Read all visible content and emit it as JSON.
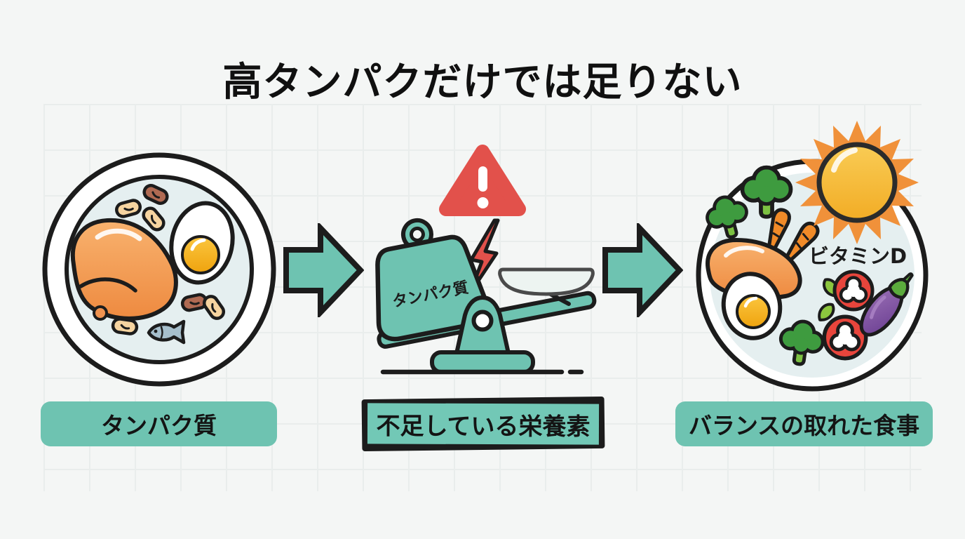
{
  "title": "高タンパクだけでは足りない",
  "panels": {
    "left": {
      "caption": "タンパク質",
      "items": [
        "plate",
        "chicken-breast",
        "fried-egg",
        "beans",
        "fish"
      ]
    },
    "middle": {
      "caption": "不足している栄養素",
      "weight_label": "タンパク質",
      "items": [
        "warning-triangle",
        "lightning-bolt",
        "protein-weight",
        "balance-scale",
        "empty-pan"
      ]
    },
    "right": {
      "caption": "バランスの取れた食事",
      "annotation": "ビタミンD",
      "items": [
        "plate",
        "sun",
        "broccoli",
        "carrots",
        "salmon-fillet",
        "fried-egg",
        "bell-peppers",
        "eggplant",
        "leaves"
      ]
    }
  },
  "colors": {
    "teal": "#6EC3B1",
    "alert_red": "#E2514B",
    "outline": "#1C1C1C",
    "background": "#F4F6F5",
    "sun_orange": "#F0913A",
    "food_orange": "#F29A52",
    "yolk_gold": "#F2AE1E"
  }
}
